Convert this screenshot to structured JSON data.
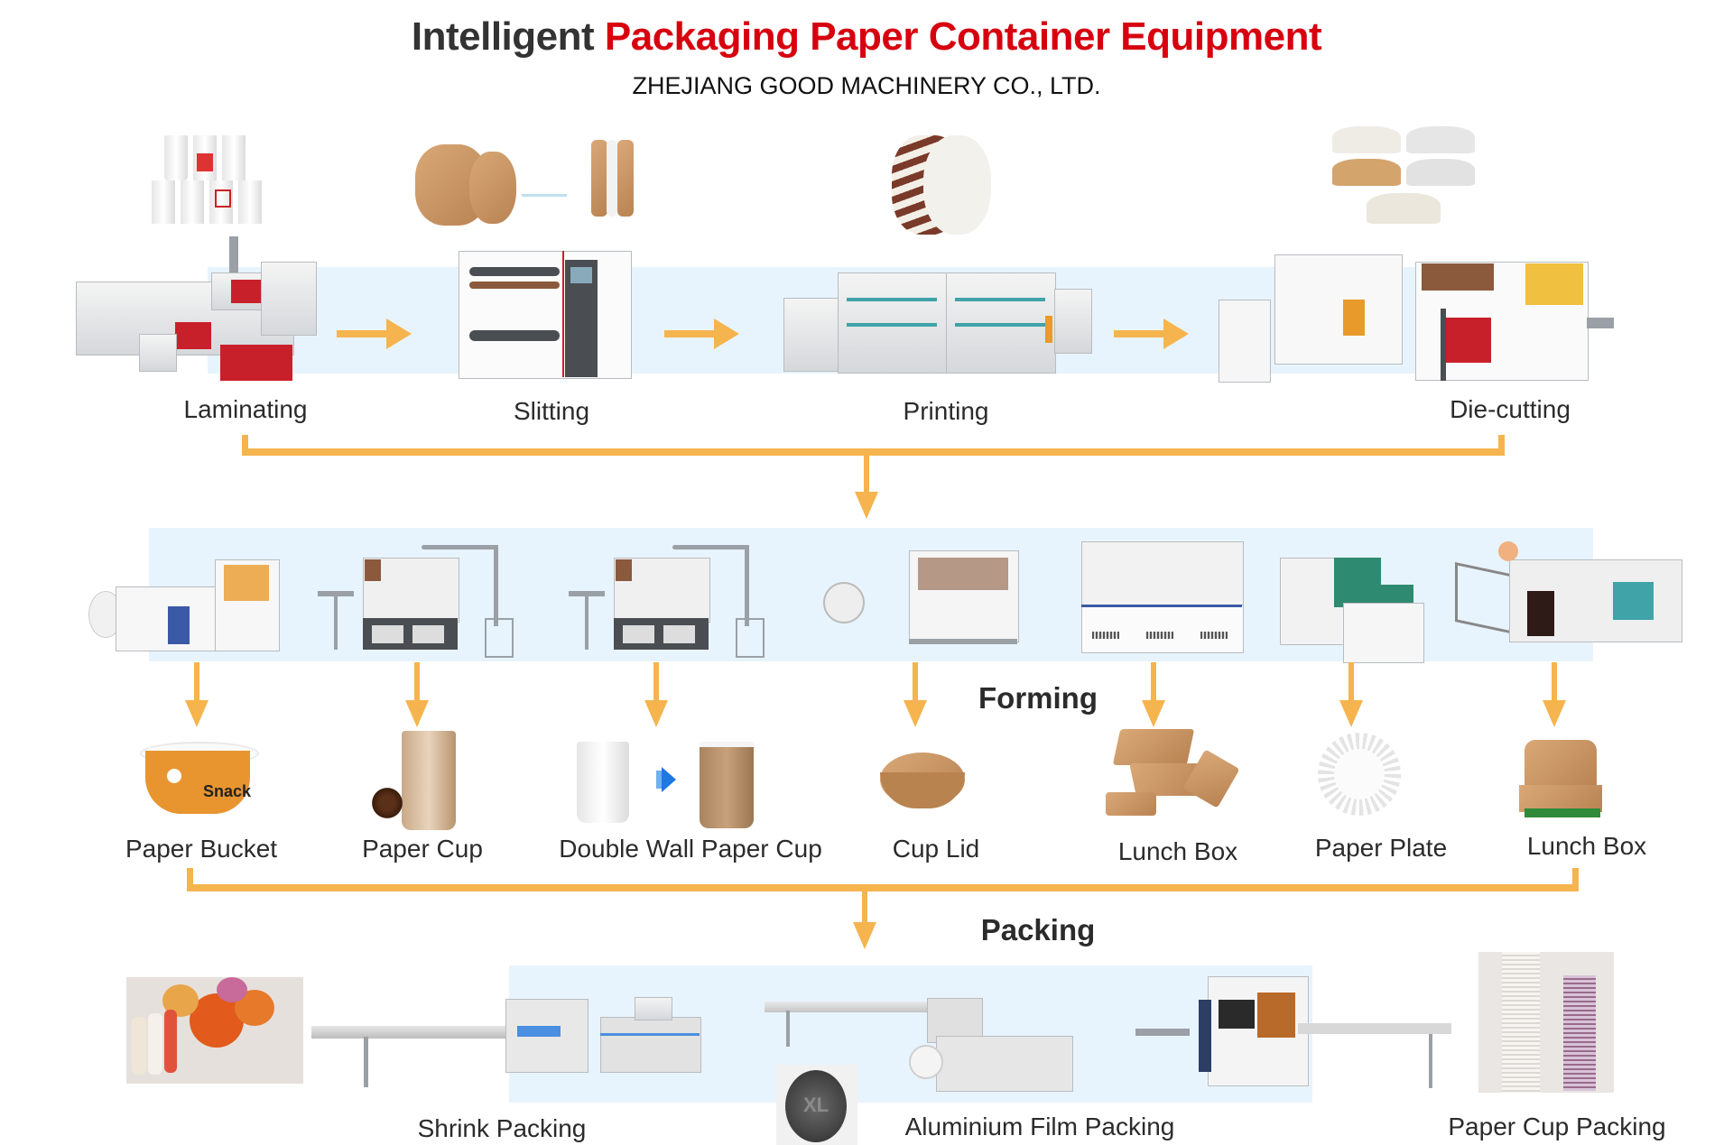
{
  "header": {
    "title_dark": "Intelligent",
    "title_red": "Packaging Paper Container Equipment",
    "subtitle": "ZHEJIANG GOOD MACHINERY CO., LTD."
  },
  "colors": {
    "accent_red": "#d7000f",
    "connector_orange": "#f5b44e",
    "band_blue": "#e8f4fd",
    "text_dark": "#2b2b2b"
  },
  "stage1": {
    "steps": [
      {
        "label": "Laminating",
        "product_image": "printed paper cups",
        "machine_image": "laminating machine"
      },
      {
        "label": "Slitting",
        "product_image": "kraft paper rolls",
        "machine_image": "slitting machine"
      },
      {
        "label": "Printing",
        "product_image": "printed paper roll",
        "machine_image": "flexo printing machine"
      },
      {
        "label": "Die-cutting",
        "product_image": "die-cut cup fans",
        "machine_image": "die-cutting machines"
      }
    ],
    "flow_arrow_icon": "arrow-right-icon"
  },
  "forming": {
    "section_label": "Forming",
    "products": [
      {
        "label": "Paper Bucket",
        "image": "snack paper bucket"
      },
      {
        "label": "Paper Cup",
        "image": "stacked coffee paper cups"
      },
      {
        "label": "Double Wall Paper Cup",
        "image": "white cup to kraft double wall cup"
      },
      {
        "label": "Cup Lid",
        "image": "kraft paper lid"
      },
      {
        "label": "Lunch Box",
        "image": "kraft food trays"
      },
      {
        "label": "Paper Plate",
        "image": "white paper plate"
      },
      {
        "label": "Lunch Box",
        "image": "kraft clamshell burger box"
      }
    ]
  },
  "packing": {
    "section_label": "Packing",
    "steps": [
      {
        "label": "Shrink Packing",
        "image": "instant noodle cups and shrink wrap machine"
      },
      {
        "label": "Aluminium Film Packing",
        "image": "pillow packing machine with XL lid"
      },
      {
        "label": "Paper Cup Packing",
        "image": "cup packing machine and bagged cup stacks"
      }
    ],
    "lid_badge_text": "XL"
  }
}
